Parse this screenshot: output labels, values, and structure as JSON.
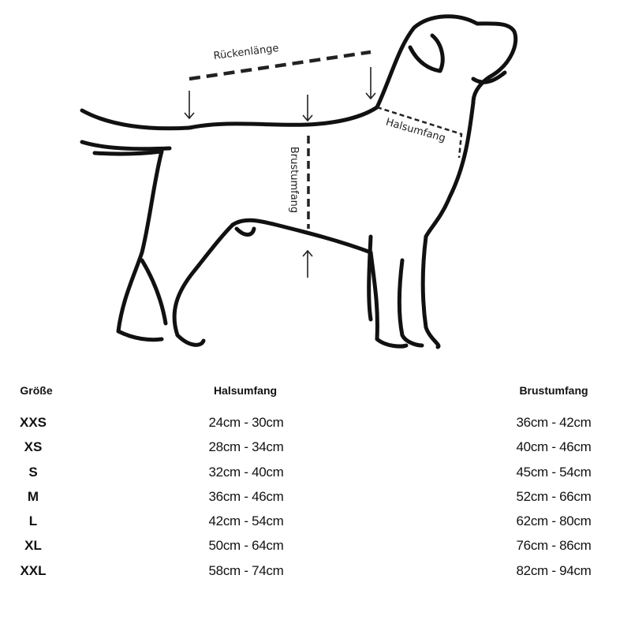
{
  "diagram": {
    "labels": {
      "back_length": "Rückenlänge",
      "neck": "Halsumfang",
      "chest": "Brustumfang"
    }
  },
  "table": {
    "headers": [
      "Größe",
      "Halsumfang",
      "Brustumfang"
    ],
    "rows": [
      {
        "size": "XXS",
        "neck": "24cm - 30cm",
        "chest": "36cm - 42cm"
      },
      {
        "size": "XS",
        "neck": "28cm - 34cm",
        "chest": "40cm - 46cm"
      },
      {
        "size": "S",
        "neck": "32cm - 40cm",
        "chest": "45cm - 54cm"
      },
      {
        "size": "M",
        "neck": "36cm - 46cm",
        "chest": "52cm - 66cm"
      },
      {
        "size": "L",
        "neck": "42cm - 54cm",
        "chest": "62cm - 80cm"
      },
      {
        "size": "XL",
        "neck": "50cm - 64cm",
        "chest": "76cm - 86cm"
      },
      {
        "size": "XXL",
        "neck": "58cm - 74cm",
        "chest": "82cm - 94cm"
      }
    ]
  }
}
